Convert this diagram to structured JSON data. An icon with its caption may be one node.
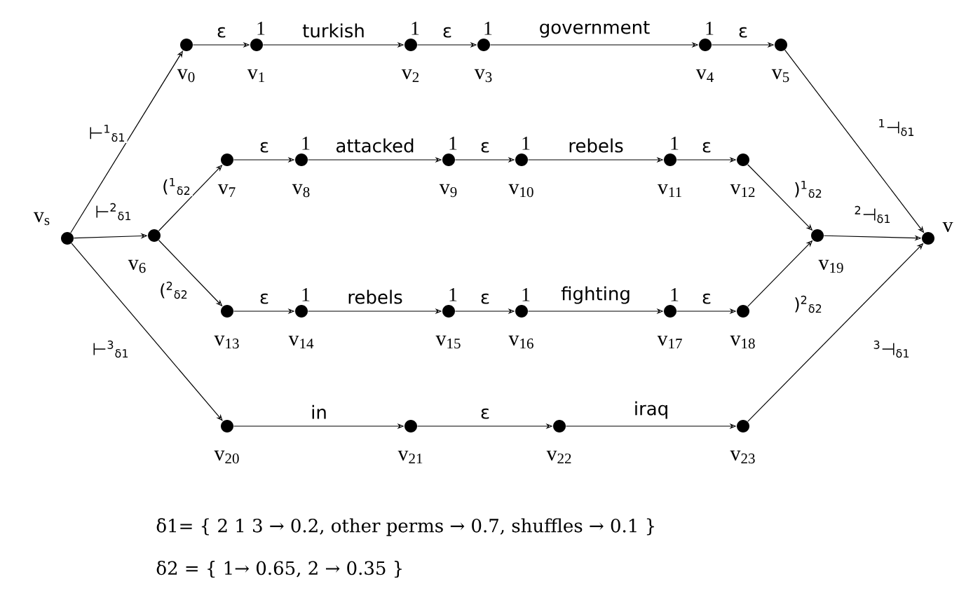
{
  "diagram": {
    "nodes": [
      {
        "text": [],
        "shape": "circle",
        "beside": [
          "v$_{s}$"
        ]
      },
      {
        "text": [],
        "shape": "circle",
        "beside": [
          "v$_{0}$"
        ]
      },
      {
        "text": [],
        "shape": "circle",
        "beside": [
          "1",
          "v$_{1}$"
        ]
      },
      {
        "text": [],
        "shape": "circle",
        "beside": [
          "1",
          "v$_{2}$"
        ]
      },
      {
        "text": [],
        "shape": "circle",
        "beside": [
          "1",
          "v$_{3}$"
        ]
      },
      {
        "text": [],
        "shape": "circle",
        "beside": [
          "1",
          "v$_{4}$"
        ]
      },
      {
        "text": [],
        "shape": "circle",
        "beside": [
          "v$_{5}$"
        ]
      },
      {
        "text": [],
        "shape": "circle",
        "beside": [
          "v$_{6}$"
        ]
      },
      {
        "text": [],
        "shape": "circle",
        "beside": [
          "v$_{7}$"
        ]
      },
      {
        "text": [],
        "shape": "circle",
        "beside": [
          "1",
          "v$_{8}$"
        ]
      },
      {
        "text": [],
        "shape": "circle",
        "beside": [
          "1",
          "v$_{9}$"
        ]
      },
      {
        "text": [],
        "shape": "circle",
        "beside": [
          "1",
          "v$_{10}$"
        ]
      },
      {
        "text": [],
        "shape": "circle",
        "beside": [
          "1",
          "v$_{11}$"
        ]
      },
      {
        "text": [],
        "shape": "circle",
        "beside": [
          "v$_{12}$"
        ]
      },
      {
        "text": [],
        "shape": "circle",
        "beside": [
          "v$_{13}$"
        ]
      },
      {
        "text": [],
        "shape": "circle",
        "beside": [
          "1",
          "v$_{14}$"
        ]
      },
      {
        "text": [],
        "shape": "circle",
        "beside": [
          "1",
          "v$_{15}$"
        ]
      },
      {
        "text": [],
        "shape": "circle",
        "beside": [
          "1",
          "v$_{16}$"
        ]
      },
      {
        "text": [],
        "shape": "circle",
        "beside": [
          "1",
          "v$_{17}$"
        ]
      },
      {
        "text": [],
        "shape": "circle",
        "beside": [
          "v$_{18}$"
        ]
      },
      {
        "text": [],
        "shape": "circle",
        "beside": [
          "v$_{19}$"
        ]
      },
      {
        "text": [],
        "shape": "circle",
        "beside": [
          "v$_{20}$"
        ]
      },
      {
        "text": [],
        "shape": "circle",
        "beside": [
          "v$_{21}$"
        ]
      },
      {
        "text": [],
        "shape": "circle",
        "beside": [
          "v$_{22}$"
        ]
      },
      {
        "text": [],
        "shape": "circle",
        "beside": [
          "v$_{23}$"
        ]
      },
      {
        "text": [],
        "shape": "circle",
        "beside": [
          "v"
        ]
      }
    ],
    "edges": [
      {
        "from": 0,
        "to": 1,
        "arrow": "to",
        "label": "⊢$^{1}$$_{δ1}$"
      },
      {
        "from": 0,
        "to": 7,
        "arrow": "to",
        "label": "⊢$^{2}$$_{δ1}$"
      },
      {
        "from": 0,
        "to": 21,
        "arrow": "to",
        "label": "⊢$^{3}$$_{δ1}$"
      },
      {
        "from": 1,
        "to": 2,
        "arrow": "to",
        "label": "ε"
      },
      {
        "from": 2,
        "to": 3,
        "arrow": "to",
        "label": "turkish"
      },
      {
        "from": 3,
        "to": 4,
        "arrow": "to",
        "label": "ε"
      },
      {
        "from": 4,
        "to": 5,
        "arrow": "to",
        "label": "government"
      },
      {
        "from": 5,
        "to": 6,
        "arrow": "to",
        "label": "ε"
      },
      {
        "from": 6,
        "to": 25,
        "arrow": "to",
        "label": "$^{1}$⊣$_{δ1}$"
      },
      {
        "from": 7,
        "to": 8,
        "arrow": "to",
        "label": "($^{1}$$_{δ2}$"
      },
      {
        "from": 8,
        "to": 9,
        "arrow": "to",
        "label": "ε"
      },
      {
        "from": 9,
        "to": 10,
        "arrow": "to",
        "label": "attacked"
      },
      {
        "from": 10,
        "to": 11,
        "arrow": "to",
        "label": "ε"
      },
      {
        "from": 11,
        "to": 12,
        "arrow": "to",
        "label": "rebels"
      },
      {
        "from": 12,
        "to": 13,
        "arrow": "to",
        "label": "ε"
      },
      {
        "from": 13,
        "to": 20,
        "arrow": "to",
        "label": ")$^{1}$$_{δ2}$"
      },
      {
        "from": 20,
        "to": 25,
        "arrow": "to",
        "label": "$^{2}$⊣$_{δ1}$"
      },
      {
        "from": 7,
        "to": 14,
        "arrow": "to",
        "label": "($^{2}$$_{δ2}$"
      },
      {
        "from": 14,
        "to": 15,
        "arrow": "to",
        "label": "ε"
      },
      {
        "from": 15,
        "to": 16,
        "arrow": "to",
        "label": "rebels"
      },
      {
        "from": 16,
        "to": 17,
        "arrow": "to",
        "label": "ε"
      },
      {
        "from": 17,
        "to": 18,
        "arrow": "to",
        "label": "fighting"
      },
      {
        "from": 18,
        "to": 19,
        "arrow": "to",
        "label": "ε"
      },
      {
        "from": 19,
        "to": 20,
        "arrow": "to",
        "label": ")$^{2}$$_{δ2}$"
      },
      {
        "from": 21,
        "to": 22,
        "arrow": "to",
        "label": "in"
      },
      {
        "from": 22,
        "to": 23,
        "arrow": "to",
        "label": "ε"
      },
      {
        "from": 23,
        "to": 24,
        "arrow": "to",
        "label": "iraq"
      },
      {
        "from": 24,
        "to": 25,
        "arrow": "to",
        "label": "$^{3}$⊣$_{δ1}$"
      }
    ],
    "labels": [
      "δ1= {  2 1 3 → 0.2, other perms → 0.7, shuffles → 0.1 }",
      "δ2 = { 1→ 0.65,  2 → 0.35 }"
    ]
  }
}
